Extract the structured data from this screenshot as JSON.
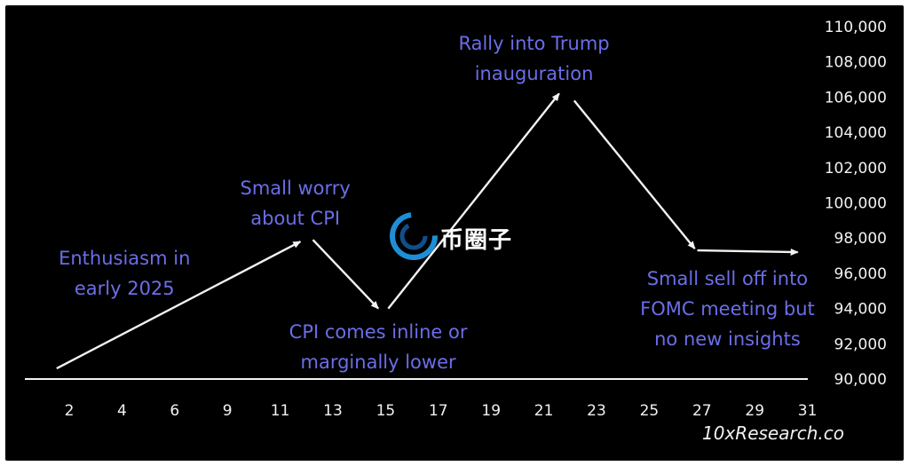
{
  "chart_data": {
    "type": "line",
    "x_ticks": [
      "2",
      "4",
      "6",
      "9",
      "11",
      "13",
      "15",
      "17",
      "19",
      "21",
      "23",
      "25",
      "27",
      "29",
      "31"
    ],
    "y_ticks": [
      "90,000",
      "92,000",
      "94,000",
      "96,000",
      "98,000",
      "100,000",
      "102,000",
      "104,000",
      "106,000",
      "108,000",
      "110,000"
    ],
    "ylim": [
      90000,
      110000
    ],
    "segments": [
      {
        "from": {
          "x": 1.5,
          "y": 90600
        },
        "to": {
          "x": 11.2,
          "y": 97800
        }
      },
      {
        "from": {
          "x": 11.7,
          "y": 97900
        },
        "to": {
          "x": 14.3,
          "y": 94000
        }
      },
      {
        "from": {
          "x": 14.7,
          "y": 94000
        },
        "to": {
          "x": 21.5,
          "y": 106200
        }
      },
      {
        "from": {
          "x": 22.1,
          "y": 105800
        },
        "to": {
          "x": 26.9,
          "y": 97400
        }
      },
      {
        "from": {
          "x": 27.0,
          "y": 97300
        },
        "to": {
          "x": 31.0,
          "y": 97200
        }
      }
    ],
    "annotations": [
      {
        "text": "Enthusiasm in\nearly 2025",
        "x": 4.2,
        "y": 96000
      },
      {
        "text": "Small worry\nabout CPI",
        "x": 11.0,
        "y": 100000
      },
      {
        "text": "CPI comes inline or\nmarginally lower",
        "x": 14.3,
        "y": 91800
      },
      {
        "text": "Rally into Trump\ninauguration",
        "x": 20.5,
        "y": 108200
      },
      {
        "text": "Small sell off into\nFOMC meeting but\nno new insights",
        "x": 28.2,
        "y": 94000
      }
    ]
  },
  "source_credit": "10xResearch.co",
  "watermark_text": "币圈子",
  "colors": {
    "background": "#000000",
    "line": "#f2f2f2",
    "annotation": "#6b6ee8",
    "ticks": "#f2f2f2",
    "logo_blue": "#1e8fd6"
  }
}
